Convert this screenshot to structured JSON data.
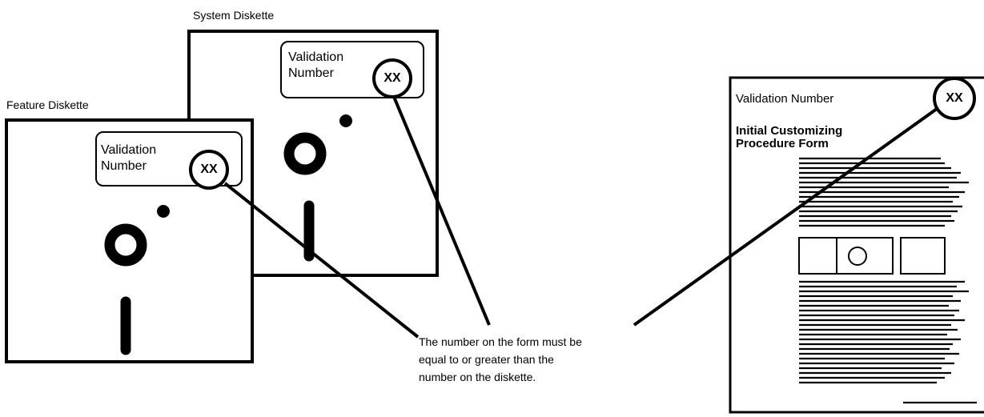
{
  "system_diskette": {
    "title": "System Diskette",
    "validation_label_line1": "Validation",
    "validation_label_line2": "Number",
    "validation_value": "XX"
  },
  "feature_diskette": {
    "title": "Feature Diskette",
    "validation_label_line1": "Validation",
    "validation_label_line2": "Number",
    "validation_value": "XX"
  },
  "form": {
    "validation_label": "Validation Number",
    "validation_value": "XX",
    "title_line1": "Initial Customizing",
    "title_line2": "Procedure Form"
  },
  "caption": {
    "line1": "The number on the form must be",
    "line2": "equal to or greater than the",
    "line3": "number on the diskette."
  }
}
